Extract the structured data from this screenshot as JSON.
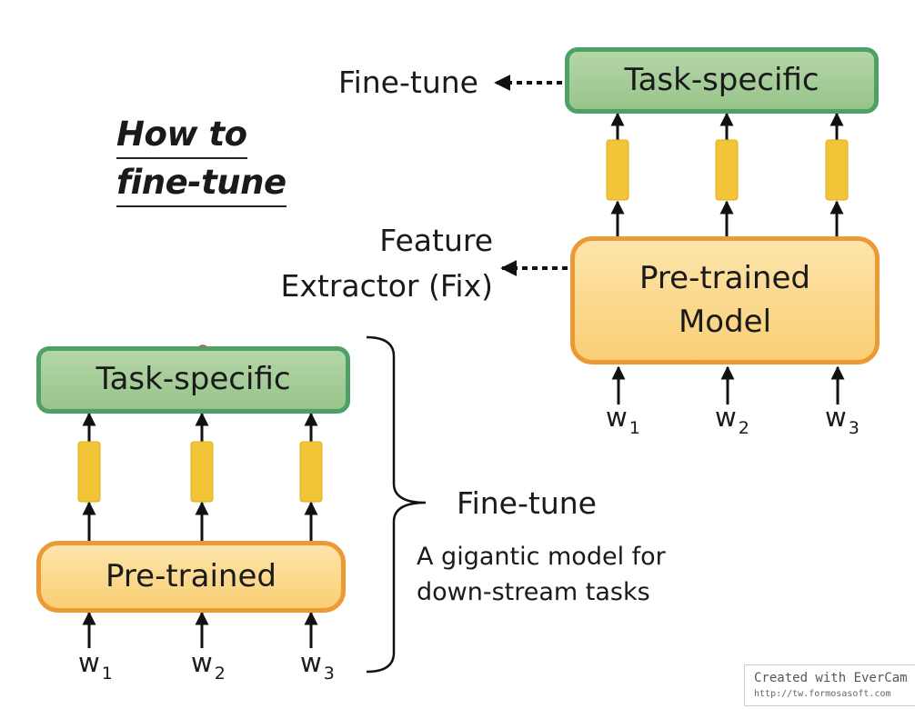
{
  "title": {
    "line1": "How to",
    "line2": "fine-tune"
  },
  "upper_diagram": {
    "task_box": "Task-specific",
    "model_box": "Pre-trained\nModel",
    "finetune_label": "Fine-tune",
    "feature_label": "Feature\nExtractor (Fix)",
    "inputs": [
      {
        "base": "w",
        "sub": "1"
      },
      {
        "base": "w",
        "sub": "2"
      },
      {
        "base": "w",
        "sub": "3"
      }
    ]
  },
  "lower_diagram": {
    "task_box": "Task-specific",
    "model_box": "Pre-trained",
    "finetune_label": "Fine-tune",
    "description": "A gigantic model for\ndown-stream tasks",
    "inputs": [
      {
        "base": "w",
        "sub": "1"
      },
      {
        "base": "w",
        "sub": "2"
      },
      {
        "base": "w",
        "sub": "3"
      }
    ]
  },
  "watermark": {
    "line1": "Created with EverCam",
    "line2": "http://tw.formosasoft.com"
  },
  "colors": {
    "task_fill": "#a8d09a",
    "task_border": "#4ea064",
    "model_fill": "#fbd98a",
    "model_border": "#ec9a36",
    "vector_fill": "#f2c437",
    "cursor": "#e04040"
  }
}
